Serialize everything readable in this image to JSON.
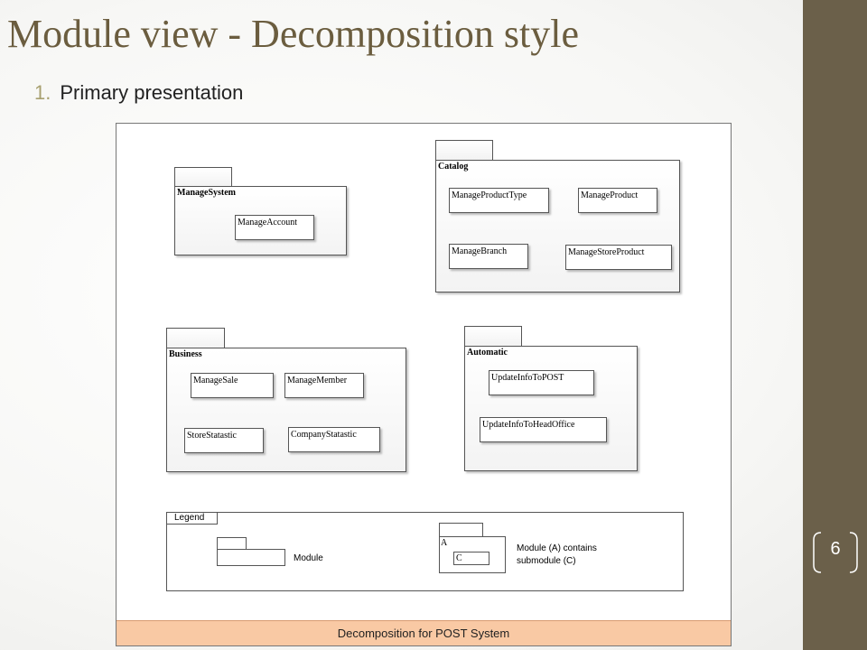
{
  "slide": {
    "title": "Module view - Decomposition style",
    "bullet_number": "1.",
    "bullet_text": "Primary presentation",
    "page_number": "6"
  },
  "diagram": {
    "caption": "Decomposition for POST System",
    "packages": {
      "manage_system": {
        "name": "ManageSystem",
        "modules": [
          "ManageAccount"
        ]
      },
      "catalog": {
        "name": "Catalog",
        "modules": [
          "ManageProductType",
          "ManageProduct",
          "ManageBranch",
          "ManageStoreProduct"
        ]
      },
      "business": {
        "name": "Business",
        "modules": [
          "ManageSale",
          "ManageMember",
          "StoreStatastic",
          "CompanyStatastic"
        ]
      },
      "automatic": {
        "name": "Automatic",
        "modules": [
          "UpdateInfoToPOST",
          "UpdateInfoToHeadOffice"
        ]
      }
    },
    "legend": {
      "title": "Legend",
      "module_label": "Module",
      "container_letter": "A",
      "sub_letter": "C",
      "contains_label_line1": "Module (A) contains",
      "contains_label_line2": "submodule (C)"
    }
  },
  "colors": {
    "title": "#6b5d3f",
    "right_band": "#6b604a",
    "footer": "#f9c9a4"
  }
}
